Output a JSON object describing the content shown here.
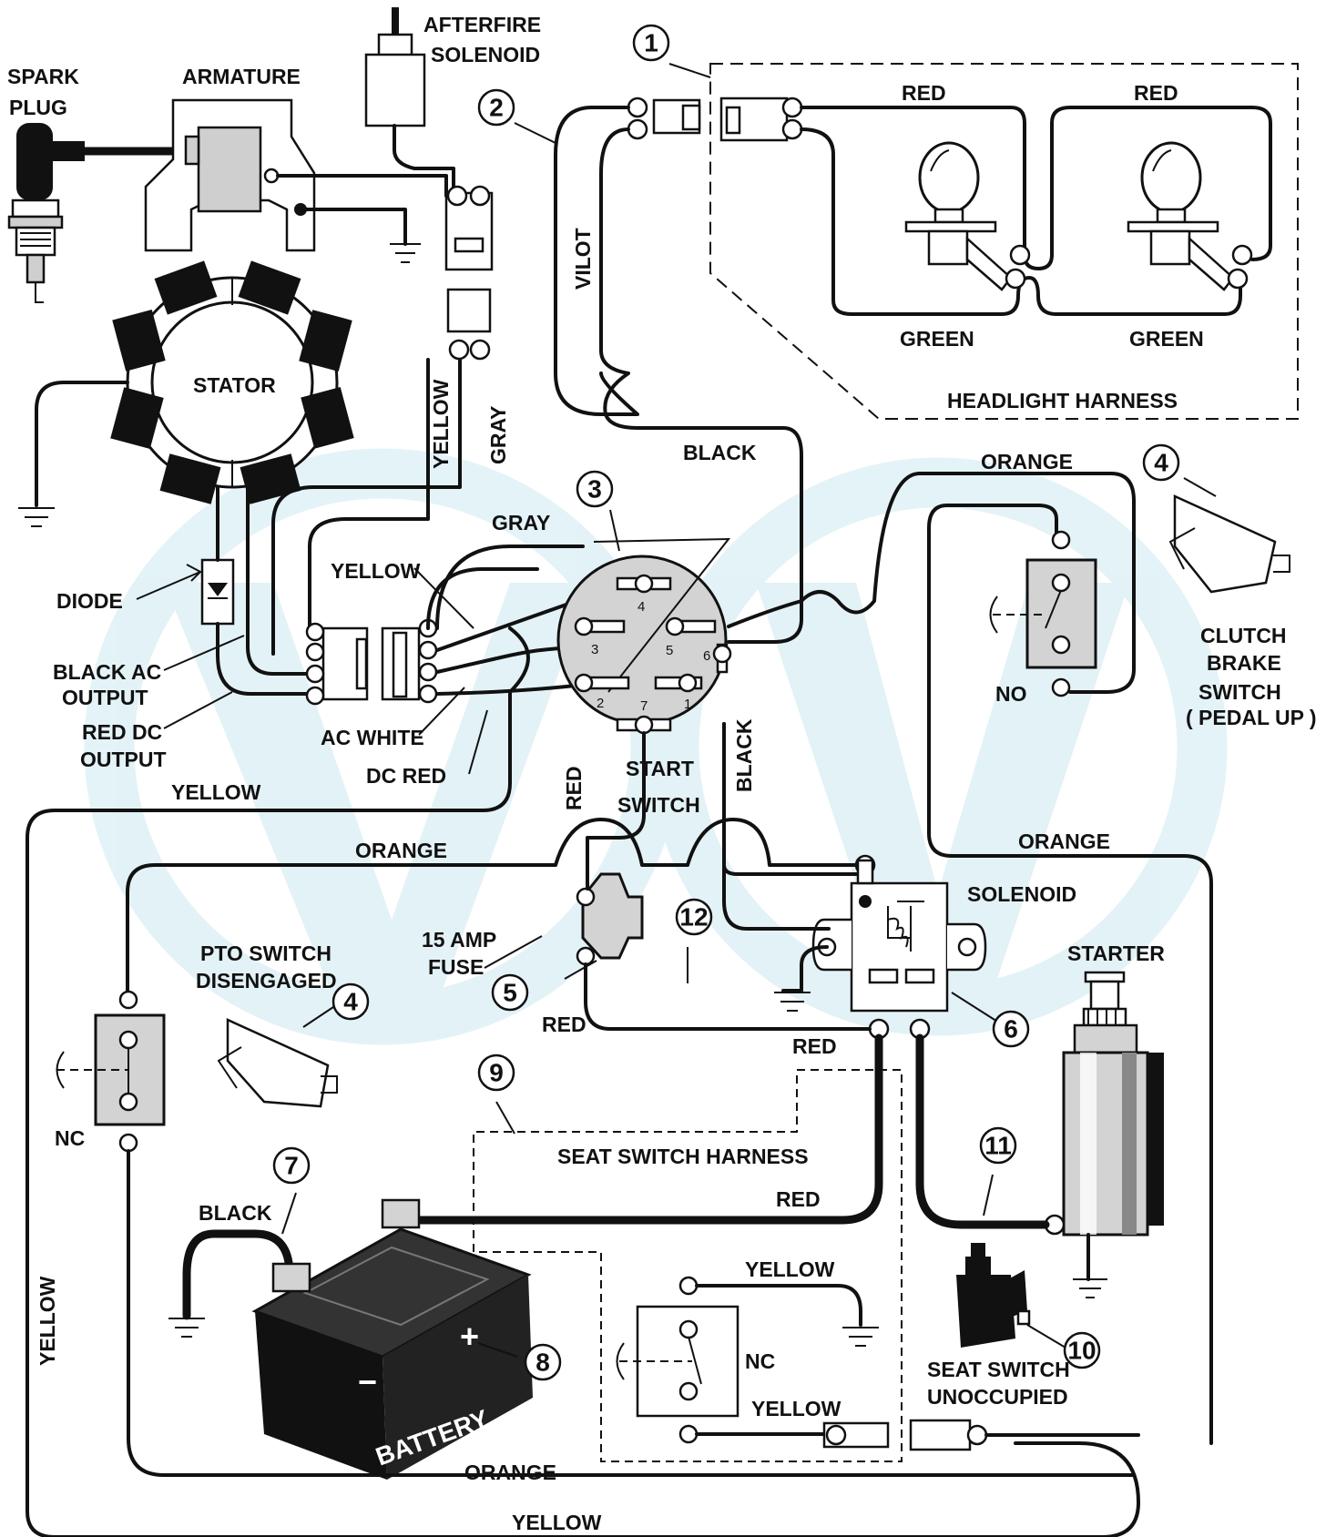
{
  "labels": {
    "spark_plug_l1": "SPARK",
    "spark_plug_l2": "PLUG",
    "armature": "ARMATURE",
    "afterfire_l1": "AFTERFIRE",
    "afterfire_l2": "SOLENOID",
    "stator": "STATOR",
    "vilot": "VILOT",
    "red_1": "RED",
    "red_2": "RED",
    "green_1": "GREEN",
    "green_2": "GREEN",
    "headlight_harness": "HEADLIGHT HARNESS",
    "black_top": "BLACK",
    "orange_top": "ORANGE",
    "yellow_vert": "YELLOW",
    "gray_vert": "GRAY",
    "gray_mid": "GRAY",
    "yellow_mid": "YELLOW",
    "diode": "DIODE",
    "black_ac_l1": "BLACK AC",
    "black_ac_l2": "OUTPUT",
    "red_dc_l1": "RED DC",
    "red_dc_l2": "OUTPUT",
    "ac_white": "AC WHITE",
    "dc_red": "DC RED",
    "yellow_left": "YELLOW",
    "start_l1": "START",
    "start_l2": "SWITCH",
    "red_vert": "RED",
    "black_vert": "BLACK",
    "no_label": "NO",
    "clutch_l1": "CLUTCH",
    "clutch_l2": "BRAKE",
    "clutch_l3": "SWITCH",
    "clutch_l4": "( PEDAL UP )",
    "orange_mid": "ORANGE",
    "orange_right": "ORANGE",
    "solenoid": "SOLENOID",
    "starter": "STARTER",
    "pto_l1": "PTO SWITCH",
    "pto_l2": "DISENGAGED",
    "fuse_l1": "15 AMP",
    "fuse_l2": "FUSE",
    "red_fuse": "RED",
    "red_sol": "RED",
    "nc_left": "NC",
    "seat_harness": "SEAT SWITCH HARNESS",
    "red_batt": "RED",
    "black_batt": "BLACK",
    "yellow_vert_left": "YELLOW",
    "battery": "BATTERY",
    "plus": "+",
    "minus": "−",
    "yellow_seat_top": "YELLOW",
    "nc_seat": "NC",
    "yellow_seat_bot": "YELLOW",
    "seat_l1": "SEAT SWITCH",
    "seat_l2": "UNOCCUPIED",
    "orange_bottom": "ORANGE",
    "yellow_bottom": "YELLOW"
  },
  "pins": [
    "1",
    "2",
    "3",
    "4",
    "5",
    "6",
    "7"
  ],
  "callouts": [
    "1",
    "2",
    "3",
    "4",
    "4",
    "5",
    "6",
    "7",
    "8",
    "9",
    "10",
    "11",
    "12"
  ],
  "colors": {
    "ink": "#111111",
    "part_gray": "#cfcfcf",
    "watermark": "#cde9f0"
  }
}
